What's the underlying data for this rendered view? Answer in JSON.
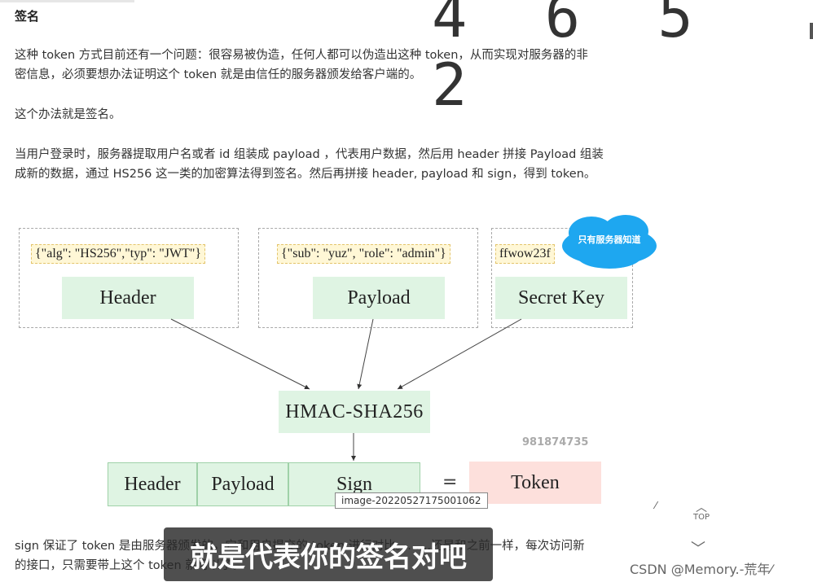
{
  "heading": "签名",
  "overlay_number": "4 6 5 2",
  "paragraphs": [
    "这种 token 方式目前还有一个问题：很容易被伪造，任何人都可以伪造出这种 token，从而实现对服务器的非",
    "密信息，必须要想办法证明这个 token 就是由信任的服务器颁发给客户端的。",
    "这个办法就是签名。",
    "当用户登录时，服务器提取用户名或者 id 组装成 payload ，代表用户数据，然后用 header 拼接 Payload 组装",
    "成新的数据，通过 HS256 这一类的加密算法得到签名。然后再拼接 header, payload 和 sign，得到 token。"
  ],
  "diagram": {
    "header_json": "{\"alg\": \"HS256\",\"typ\": \"JWT\"}",
    "payload_json": "{\"sub\": \"yuz\", \"role\": \"admin\"}",
    "secret_value": "ffwow23f",
    "header_label": "Header",
    "payload_label": "Payload",
    "secret_label": "Secret Key",
    "cloud_note": "只有服务器知道",
    "hmac_label": "HMAC-SHA256",
    "row_labels": [
      "Header",
      "Payload",
      "Sign"
    ],
    "equals": "=",
    "token_label": "Token",
    "watermark": "981874735",
    "tooltip": "image-20220527175001062"
  },
  "bottom_para": [
    "sign 保证了 token 是由服务器颁发的，它和用户提交的 token 进行对比。……还是和之前一样，每次访问新",
    "的接口，只需要带上这个 token 就可以了。"
  ],
  "subtitle": "就是代表你的签名对吧",
  "footer": {
    "csdn": "CSDN @Memory.-荒年⁄",
    "top_label": "TOP"
  },
  "colors": {
    "green_box": "#dff4e3",
    "yellow_code": "#fff7d6",
    "pink_token": "#fde0dc",
    "cloud": "#1ea7f0"
  }
}
